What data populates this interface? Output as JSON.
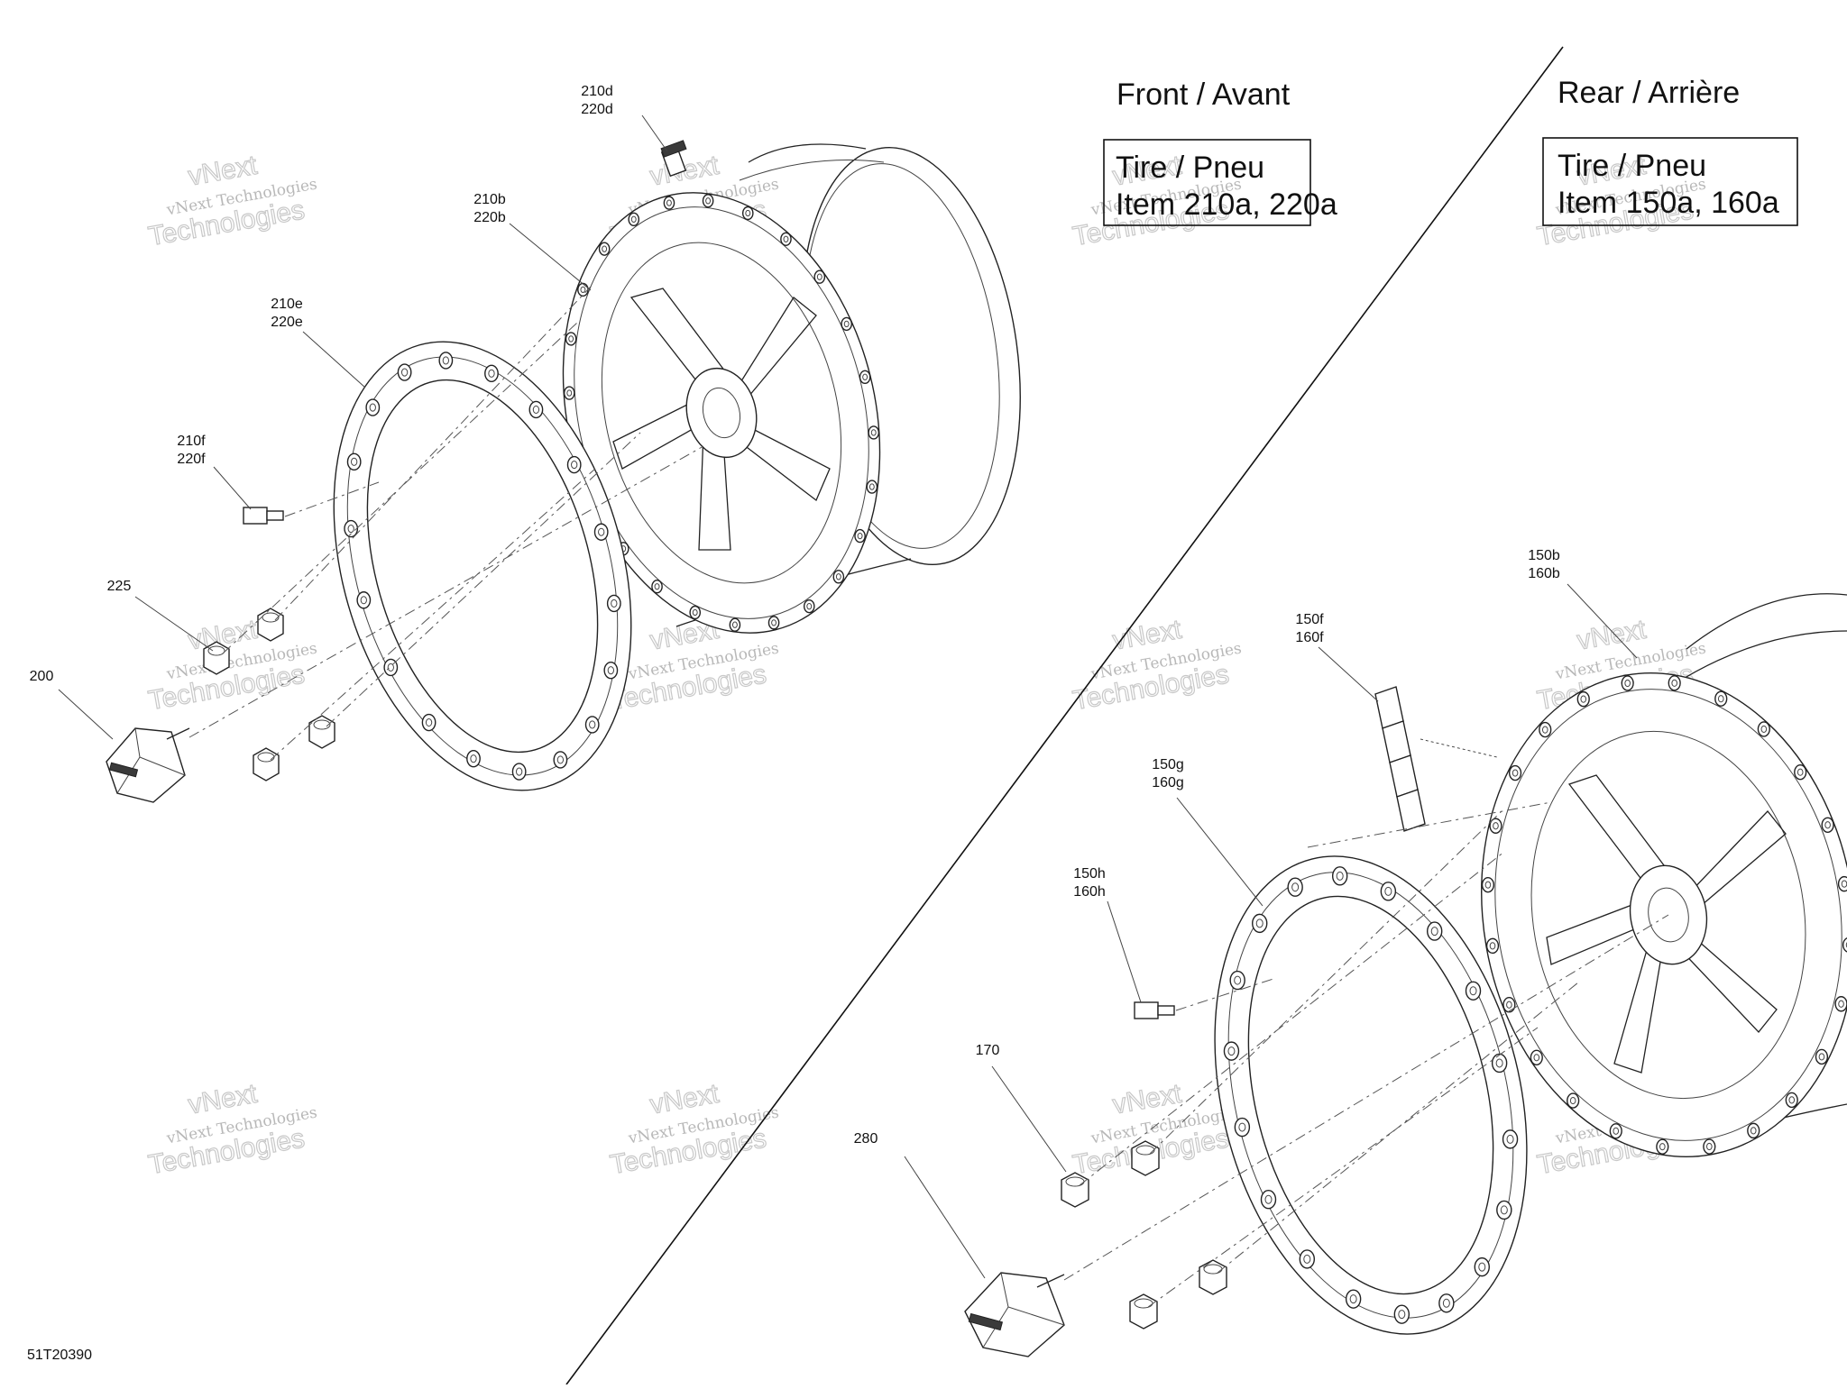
{
  "sections": {
    "front": {
      "heading": "Front / Avant",
      "box_line1": "Tire / Pneu",
      "box_line2": "Item 210a, 220a"
    },
    "rear": {
      "heading": "Rear / Arrière",
      "box_line1": "Tire / Pneu",
      "box_line2": "Item 150a, 160a"
    }
  },
  "callouts": {
    "c210d": [
      "210d",
      "220d"
    ],
    "c210b": [
      "210b",
      "220b"
    ],
    "c210e": [
      "210e",
      "220e"
    ],
    "c210f": [
      "210f",
      "220f"
    ],
    "c225": [
      "225"
    ],
    "c200": [
      "200"
    ],
    "c150b": [
      "150b",
      "160b"
    ],
    "c150f": [
      "150f",
      "160f"
    ],
    "c150g": [
      "150g",
      "160g"
    ],
    "c150h": [
      "150h",
      "160h"
    ],
    "c170": [
      "170"
    ],
    "c280": [
      "280"
    ]
  },
  "diagram_id": "51T20390",
  "watermark": {
    "line1": "vNext",
    "line2": "vNext Technologies",
    "line3": "Technologies"
  }
}
